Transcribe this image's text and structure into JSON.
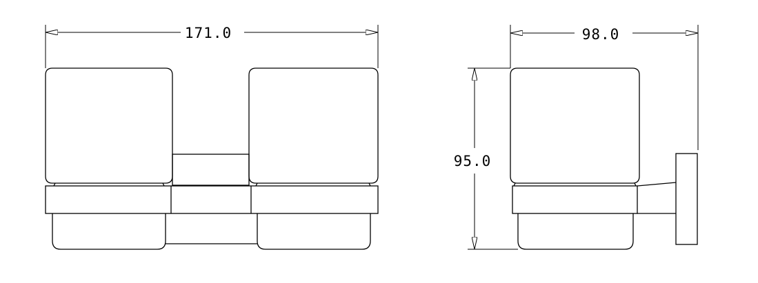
{
  "dimensions": {
    "front_width": "171.0",
    "side_width": "98.0",
    "side_height": "95.0"
  },
  "views": [
    "front-view",
    "side-view"
  ],
  "line_color": "#000000",
  "background_color": "#ffffff"
}
